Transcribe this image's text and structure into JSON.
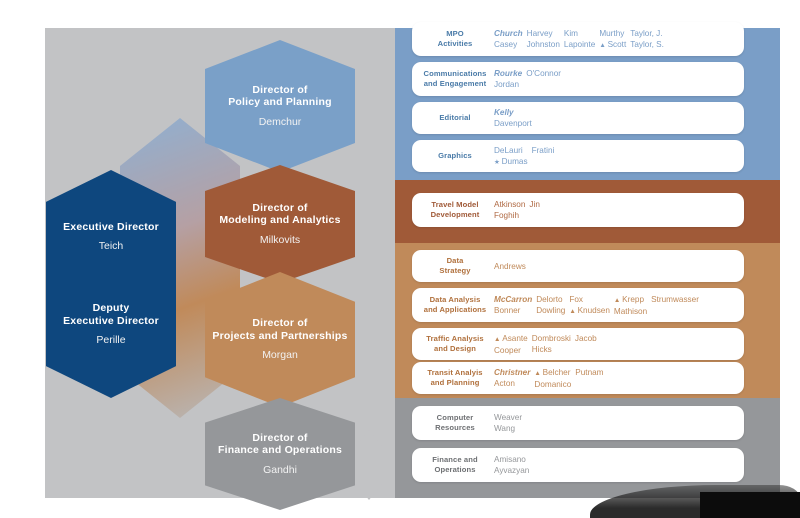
{
  "colors": {
    "executive_blue": "#0e477e",
    "policy_blue": "#7a9ec7",
    "modeling_brown": "#a05a38",
    "projects_tan": "#c08a5a",
    "finance_gray": "#95979a",
    "background_gray": "#c2c3c5"
  },
  "executive": {
    "top": {
      "role": "Executive Director",
      "person": "Teich"
    },
    "bottom": {
      "role": "Deputy\nExecutive Director",
      "person": "Perille"
    }
  },
  "directors": [
    {
      "role_line1": "Director of",
      "role_line2": "Policy and Planning",
      "person": "Demchur"
    },
    {
      "role_line1": "Director of",
      "role_line2": "Modeling and Analytics",
      "person": "Milkovits"
    },
    {
      "role_line1": "Director of",
      "role_line2": "Projects and Partnerships",
      "person": "Morgan"
    },
    {
      "role_line1": "Director of",
      "role_line2": "Finance and Operations",
      "person": "Gandhi"
    }
  ],
  "groups": [
    {
      "name_line1": "MPO",
      "name_line2": "Activities",
      "band": "policy",
      "columns": [
        {
          "names": [
            {
              "text": "Church",
              "style": "emphasis",
              "marker": ""
            },
            {
              "text": "Casey",
              "style": "normal",
              "marker": ""
            }
          ]
        },
        {
          "names": [
            {
              "text": "Harvey",
              "style": "normal",
              "marker": ""
            },
            {
              "text": "Johnston",
              "style": "normal",
              "marker": ""
            }
          ]
        },
        {
          "names": [
            {
              "text": "Kim",
              "style": "normal",
              "marker": ""
            },
            {
              "text": "Lapointe",
              "style": "normal",
              "marker": ""
            }
          ]
        },
        {
          "names": [
            {
              "text": "Murthy",
              "style": "normal",
              "marker": ""
            },
            {
              "text": "Scott",
              "style": "normal",
              "marker": "triangle"
            }
          ]
        },
        {
          "names": [
            {
              "text": "Taylor, J.",
              "style": "normal",
              "marker": ""
            },
            {
              "text": "Taylor, S.",
              "style": "normal",
              "marker": ""
            }
          ]
        }
      ]
    },
    {
      "name_line1": "Communications",
      "name_line2": "and Engagement",
      "band": "policy",
      "columns": [
        {
          "names": [
            {
              "text": "Rourke",
              "style": "emphasis",
              "marker": ""
            },
            {
              "text": "Jordan",
              "style": "normal",
              "marker": ""
            }
          ]
        },
        {
          "names": [
            {
              "text": "O'Connor",
              "style": "normal",
              "marker": ""
            }
          ]
        }
      ]
    },
    {
      "name_line1": "Editorial",
      "name_line2": "",
      "band": "policy",
      "columns": [
        {
          "names": [
            {
              "text": "Kelly",
              "style": "emphasis",
              "marker": ""
            },
            {
              "text": "Davenport",
              "style": "normal",
              "marker": ""
            }
          ]
        }
      ]
    },
    {
      "name_line1": "Graphics",
      "name_line2": "",
      "band": "policy",
      "columns": [
        {
          "names": [
            {
              "text": "DeLauri",
              "style": "normal",
              "marker": ""
            },
            {
              "text": "Dumas",
              "style": "normal",
              "marker": "star"
            }
          ]
        },
        {
          "names": [
            {
              "text": "Fratini",
              "style": "normal",
              "marker": ""
            }
          ]
        }
      ]
    },
    {
      "name_line1": "Travel Model",
      "name_line2": "Development",
      "band": "modeling",
      "columns": [
        {
          "names": [
            {
              "text": "Atkinson",
              "style": "normal",
              "marker": ""
            },
            {
              "text": "Foghih",
              "style": "normal",
              "marker": ""
            }
          ]
        },
        {
          "names": [
            {
              "text": "Jin",
              "style": "normal",
              "marker": ""
            }
          ]
        }
      ]
    },
    {
      "name_line1": "Data",
      "name_line2": "Strategy",
      "band": "projects",
      "columns": [
        {
          "names": [
            {
              "text": "Andrews",
              "style": "normal",
              "marker": ""
            }
          ]
        }
      ]
    },
    {
      "name_line1": "Data Analysis",
      "name_line2": "and Applications",
      "band": "projects",
      "columns": [
        {
          "names": [
            {
              "text": "McCarron",
              "style": "emphasis",
              "marker": ""
            },
            {
              "text": "Bonner",
              "style": "normal",
              "marker": ""
            }
          ]
        },
        {
          "names": [
            {
              "text": "Delorto",
              "style": "normal",
              "marker": ""
            },
            {
              "text": "Dowling",
              "style": "normal",
              "marker": ""
            }
          ]
        },
        {
          "names": [
            {
              "text": "Fox",
              "style": "normal",
              "marker": ""
            },
            {
              "text": "Knudsen",
              "style": "normal",
              "marker": "triangle"
            }
          ]
        },
        {
          "names": [
            {
              "text": "Krepp",
              "style": "normal",
              "marker": "triangle"
            },
            {
              "text": "Mathison",
              "style": "normal",
              "marker": ""
            }
          ]
        },
        {
          "names": [
            {
              "text": "Strumwasser",
              "style": "normal",
              "marker": ""
            }
          ]
        }
      ]
    },
    {
      "name_line1": "Traffic Analysis",
      "name_line2": "and Design",
      "band": "projects",
      "columns": [
        {
          "names": [
            {
              "text": "Asante",
              "style": "normal",
              "marker": "triangle"
            },
            {
              "text": "Cooper",
              "style": "normal",
              "marker": ""
            }
          ]
        },
        {
          "names": [
            {
              "text": "Dombroski",
              "style": "normal",
              "marker": ""
            },
            {
              "text": "Hicks",
              "style": "normal",
              "marker": ""
            }
          ]
        },
        {
          "names": [
            {
              "text": "Jacob",
              "style": "normal",
              "marker": ""
            }
          ]
        }
      ]
    },
    {
      "name_line1": "Transit Analyis",
      "name_line2": "and Planning",
      "band": "projects",
      "columns": [
        {
          "names": [
            {
              "text": "Christner",
              "style": "emphasis",
              "marker": ""
            },
            {
              "text": "Acton",
              "style": "normal",
              "marker": ""
            }
          ]
        },
        {
          "names": [
            {
              "text": "Belcher",
              "style": "normal",
              "marker": "triangle"
            },
            {
              "text": "Domanico",
              "style": "normal",
              "marker": ""
            }
          ]
        },
        {
          "names": [
            {
              "text": "Putnam",
              "style": "normal",
              "marker": ""
            }
          ]
        }
      ]
    },
    {
      "name_line1": "Computer",
      "name_line2": "Resources",
      "band": "finance",
      "columns": [
        {
          "names": [
            {
              "text": "Weaver",
              "style": "normal",
              "marker": ""
            },
            {
              "text": "Wang",
              "style": "normal",
              "marker": ""
            }
          ]
        }
      ]
    },
    {
      "name_line1": "Finance and",
      "name_line2": "Operations",
      "band": "finance",
      "columns": [
        {
          "names": [
            {
              "text": "Amisano",
              "style": "normal",
              "marker": ""
            },
            {
              "text": "Ayvazyan",
              "style": "normal",
              "marker": ""
            }
          ]
        }
      ]
    }
  ]
}
